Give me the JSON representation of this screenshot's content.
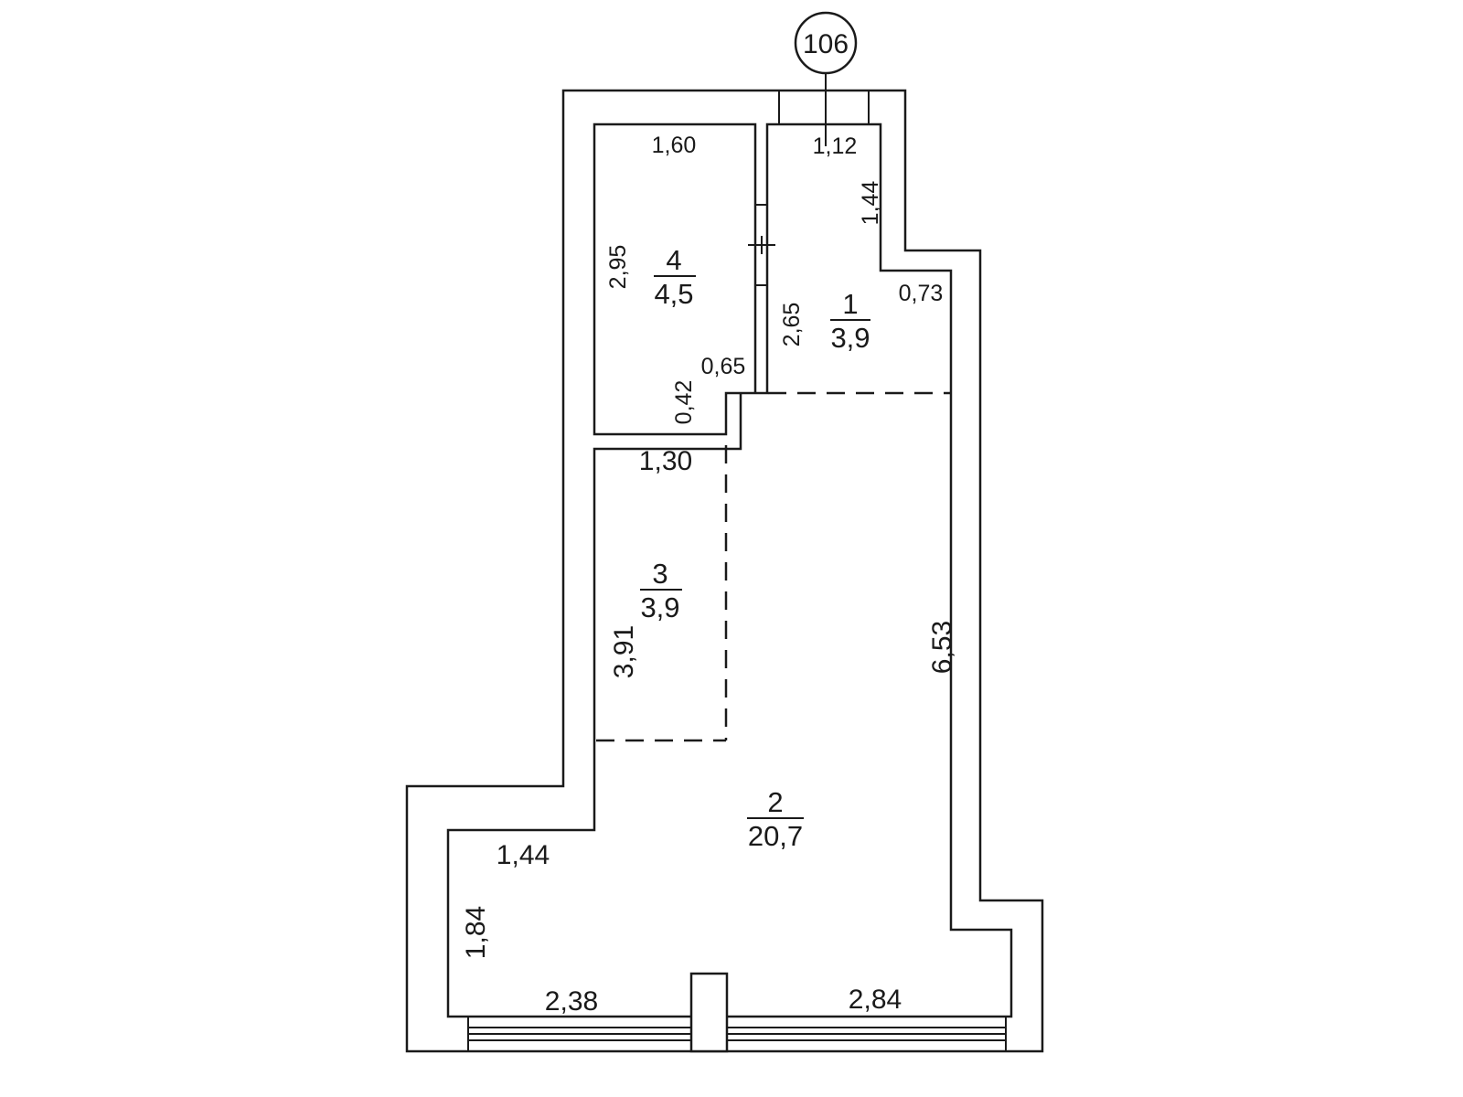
{
  "apartment_number": "106",
  "rooms": [
    {
      "id": "1",
      "number": "1",
      "area": "3,9"
    },
    {
      "id": "2",
      "number": "2",
      "area": "20,7"
    },
    {
      "id": "3",
      "number": "3",
      "area": "3,9"
    },
    {
      "id": "4",
      "number": "4",
      "area": "4,5"
    }
  ],
  "dimensions": {
    "room4_top": "1,60",
    "room4_left": "2,95",
    "room4_step_w": "0,65",
    "room4_step_h": "0,42",
    "room1_top": "1,12",
    "room1_right_upper": "1,44",
    "room1_ledge": "0,73",
    "room1_left": "2,65",
    "room3_top": "1,30",
    "room3_left": "3,91",
    "room2_right": "6,53",
    "room2_ledge": "1,44",
    "room2_left": "1,84",
    "bottom_left": "2,38",
    "bottom_right": "2,84"
  },
  "colors": {
    "line": "#1a1a1a",
    "background": "#ffffff"
  }
}
